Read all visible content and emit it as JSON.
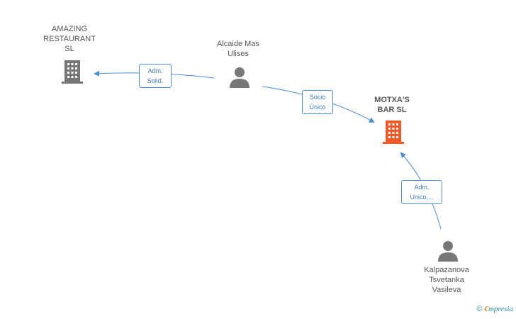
{
  "nodes": {
    "amazing": {
      "label": "AMAZING\nRESTAURANT\nSL",
      "kind": "company"
    },
    "alcaide": {
      "label": "Alcaide Mas\nUlises",
      "kind": "person"
    },
    "motxas": {
      "label": "MOTXA'S\nBAR SL",
      "kind": "company-focus"
    },
    "kalpazanova": {
      "label": "Kalpazanova\nTsvetanka\nVasileva",
      "kind": "person"
    }
  },
  "edges": {
    "adm_solid": "Adm.\nSolid.",
    "socio_unico": "Socio\nÚnico",
    "adm_unico": "Adm.\nUnico,..."
  },
  "brand": {
    "copyright": "©",
    "initial": "€",
    "name": "mpresia"
  },
  "colors": {
    "line": "#4a8fd8",
    "company_icon": "#777777",
    "focus_icon": "#f05a28",
    "person_icon": "#777777"
  }
}
